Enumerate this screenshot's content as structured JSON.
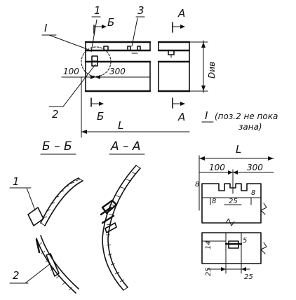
{
  "main_view": {
    "label_I": "I",
    "label_1": "1",
    "label_3": "3",
    "label_2": "2",
    "section_B_top": "Б",
    "section_B_bottom": "Б",
    "section_A_top": "A",
    "section_A_bottom": "A",
    "dim_100": "100",
    "dim_300": "300",
    "dim_L": "L",
    "dim_D": "Dив"
  },
  "detail_note": {
    "label": "I",
    "text_line1": "(поз.2 не пока",
    "text_line2": "зана)"
  },
  "sections": {
    "bb_title": "Б – Б",
    "aa_title": "A – A",
    "label_1": "1",
    "label_2": "2"
  },
  "detail_view": {
    "dim_L": "L",
    "dim_100": "100",
    "dim_300": "300",
    "dim_8a": "8",
    "dim_8b": "8",
    "dim_8c": "8",
    "dim_25": "25",
    "dim_5": "5",
    "dim_14": "14",
    "dim_25_left": "25",
    "dim_25_right": "25"
  }
}
